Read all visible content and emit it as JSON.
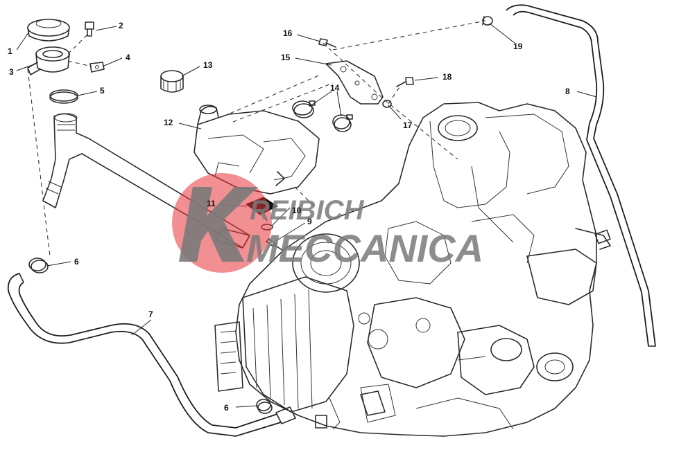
{
  "diagram": {
    "callouts": [
      "1",
      "2",
      "3",
      "4",
      "5",
      "6",
      "7",
      "8",
      "9",
      "10",
      "11",
      "12",
      "13",
      "14",
      "15",
      "16",
      "17",
      "18",
      "19",
      "6"
    ]
  },
  "watermark": {
    "line1": "REIBICH",
    "line2": "MECCANICA",
    "text": "KREIBICH MECCANICA",
    "accent_color": "#e8333a",
    "text_color": "#7a7a7a"
  },
  "colors": {
    "line": "#2a2a2a",
    "background": "#ffffff"
  }
}
